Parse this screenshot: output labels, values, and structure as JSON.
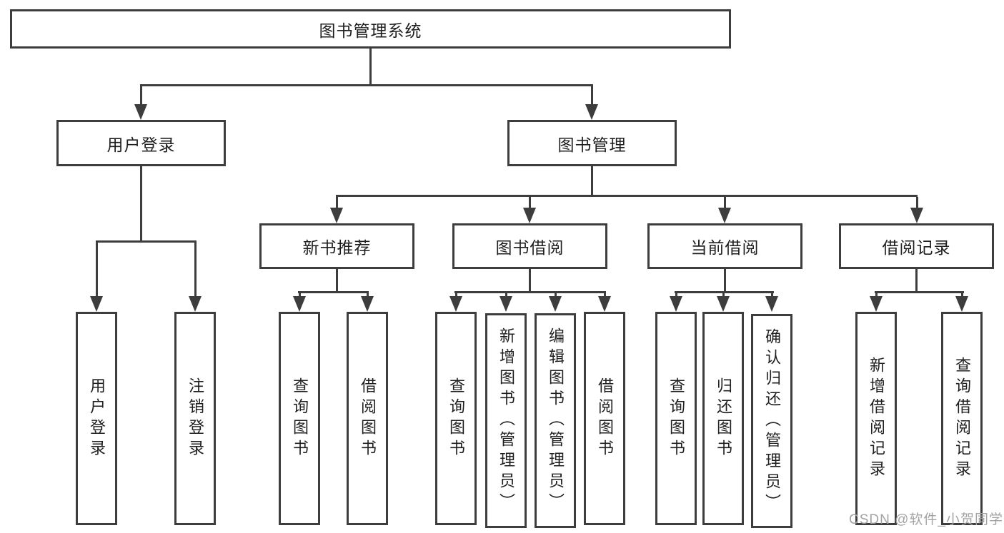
{
  "diagram": {
    "title": "图书管理系统",
    "watermark": "CSDN @软件_小贺同学",
    "colors": {
      "line": "#3d3d3d",
      "text": "#1f1f1f",
      "watermark": "#a3a3a3",
      "background": "#ffffff"
    },
    "nodes": {
      "root": "图书管理系统",
      "user_login": "用户登录",
      "book_mgmt": "图书管理",
      "login": "用户登录",
      "logout": "注销登录",
      "new_books": "新书推荐",
      "borrowing": "图书借阅",
      "current": "当前借阅",
      "records": "借阅记录",
      "nb_query": "查询图书",
      "nb_borrow": "借阅图书",
      "bw_query": "查询图书",
      "bw_add": "新增图书（管理员）",
      "bw_edit": "编辑图书（管理员）",
      "bw_borrow": "借阅图书",
      "cu_query": "查询图书",
      "cu_return": "归还图书",
      "cu_confirm": "确认归还（管理员）",
      "rc_add": "新增借阅记录",
      "rc_query": "查询借阅记录"
    },
    "hierarchy": {
      "图书管理系统": {
        "用户登录": [
          "用户登录",
          "注销登录"
        ],
        "图书管理": {
          "新书推荐": [
            "查询图书",
            "借阅图书"
          ],
          "图书借阅": [
            "查询图书",
            "新增图书（管理员）",
            "编辑图书（管理员）",
            "借阅图书"
          ],
          "当前借阅": [
            "查询图书",
            "归还图书",
            "确认归还（管理员）"
          ],
          "借阅记录": [
            "新增借阅记录",
            "查询借阅记录"
          ]
        }
      }
    }
  }
}
